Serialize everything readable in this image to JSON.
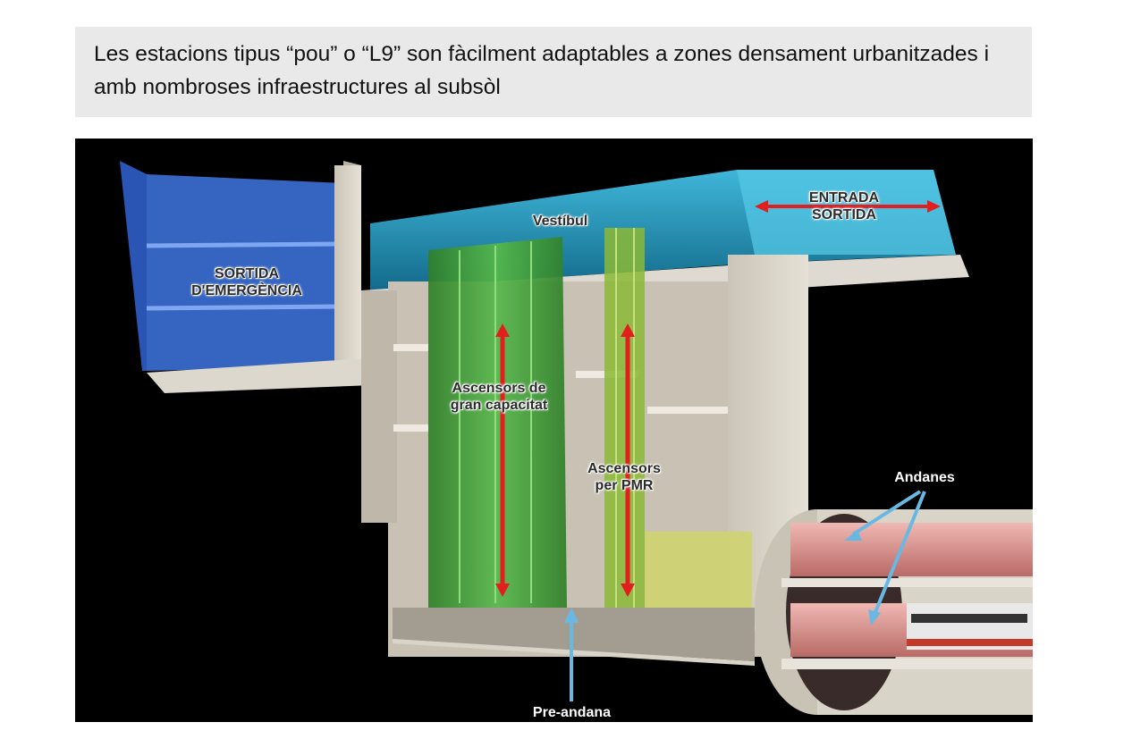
{
  "caption": {
    "text": "Les estacions tipus “pou” o “L9” son fàcilment adaptables a zones densament urbanitzades i amb nombroses infraestructures al subsòl"
  },
  "figure": {
    "labels": {
      "emergency_exit": "SORTIDA D'EMERGÈNCIA",
      "vestibule": "Vestíbul",
      "entrance_exit": "ENTRADA SORTIDA",
      "large_lifts": "Ascensors de gran capacitat",
      "pmr_lifts": "Ascensors per PMR",
      "platforms": "Andanes",
      "pre_platform": "Pre-andana"
    },
    "colors": {
      "emergency_block": "#3c6fd6",
      "vestibule": "#1f8fb8",
      "large_lift_shaft": "#3f9a35",
      "pmr_lift_shaft": "#8bb836",
      "tunnel": "#e8a3a3",
      "arrow_red": "#e21e1e",
      "arrow_blue": "#69b8e4",
      "concrete": "#d8d3c8"
    }
  }
}
